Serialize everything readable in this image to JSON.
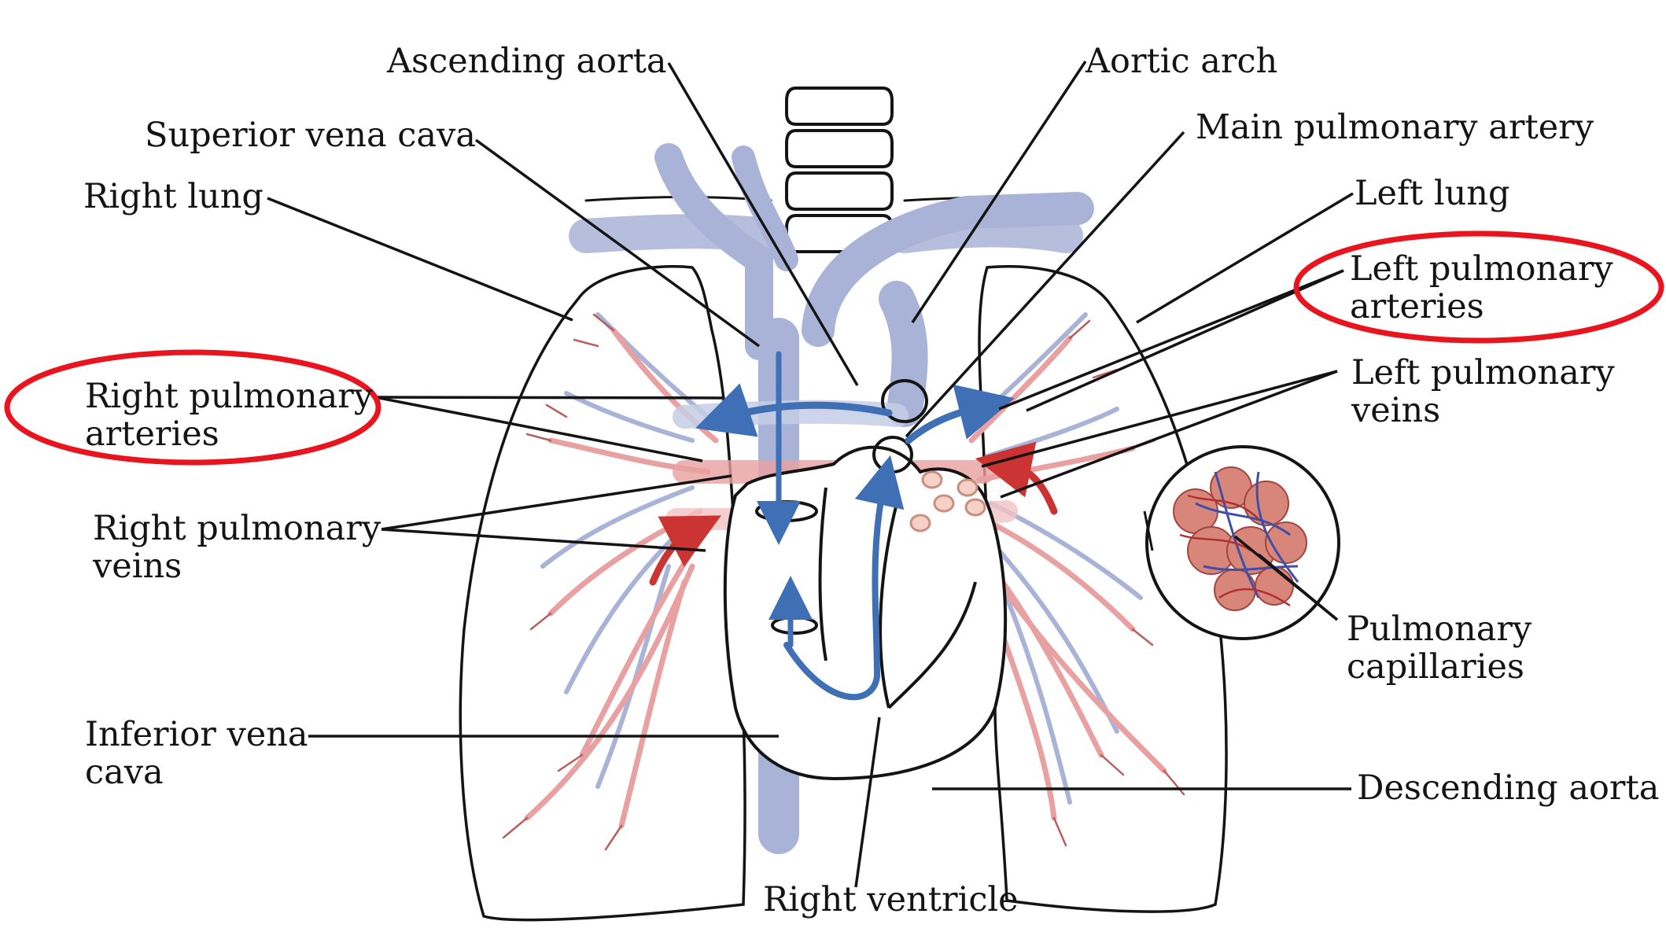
{
  "diagram": {
    "labels": {
      "ascending_aorta": "Ascending aorta",
      "aortic_arch": "Aortic arch",
      "superior_vena_cava": "Superior vena cava",
      "main_pulmonary_artery": "Main pulmonary artery",
      "right_lung": "Right lung",
      "left_lung": "Left lung",
      "left_pulmonary_arteries": [
        "Left pulmonary",
        "arteries"
      ],
      "right_pulmonary_arteries": [
        "Right pulmonary",
        "arteries"
      ],
      "left_pulmonary_veins": [
        "Left pulmonary",
        "veins"
      ],
      "right_pulmonary_veins": [
        "Right pulmonary",
        "veins"
      ],
      "pulmonary_capillaries": [
        "Pulmonary",
        "capillaries"
      ],
      "inferior_vena_cava": [
        "Inferior vena",
        "cava"
      ],
      "descending_aorta": "Descending aorta",
      "right_ventricle": "Right ventricle"
    },
    "highlighted": [
      "Right pulmonary arteries",
      "Left pulmonary arteries"
    ],
    "colors": {
      "deoxygenated_vessel": "#a9b3d8",
      "oxygenated_vessel": "#e8a0a0",
      "flow_arrow": "#3f6fb4",
      "oxygenated_arrow": "#cc3333",
      "highlight_ellipse": "#e8141e",
      "outline": "#141414"
    }
  }
}
